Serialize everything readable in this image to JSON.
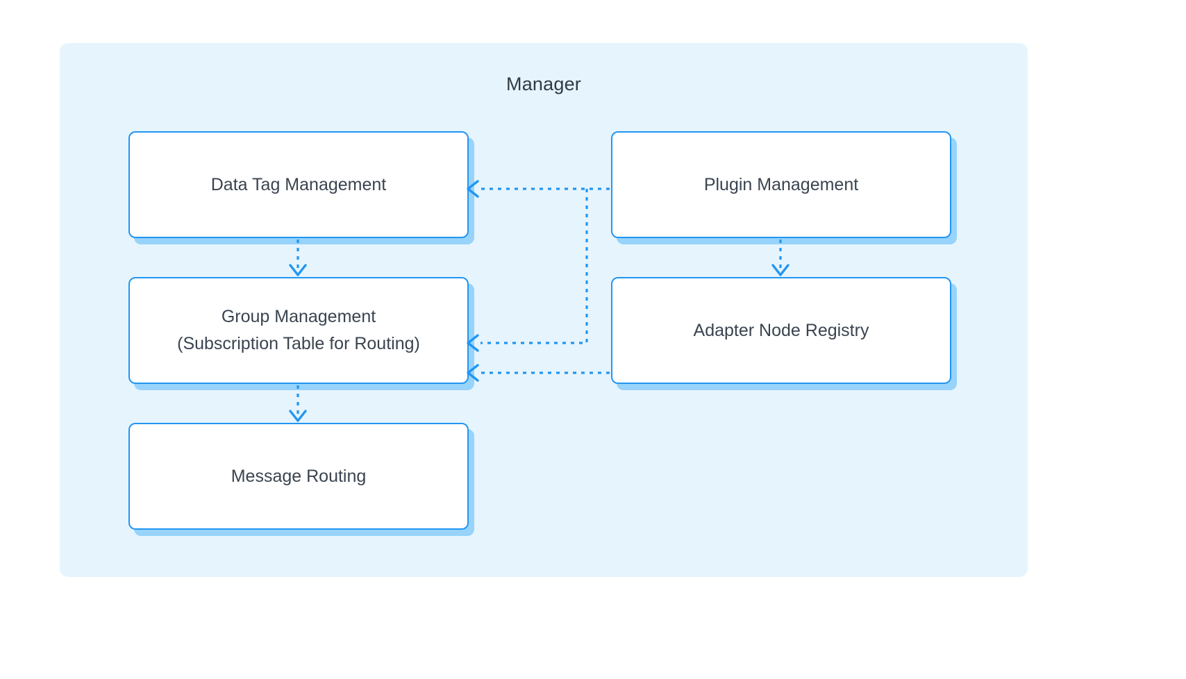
{
  "diagram": {
    "title": "Manager",
    "panel_bg": "#e6f4fd",
    "node_border_color": "#2196f3",
    "node_shadow_color": "#97d3fa",
    "connector_color": "#2196f3",
    "title_color": "#2f3a45",
    "label_color": "#3a4450"
  },
  "nodes": [
    {
      "id": "data-tag-management",
      "label": "Data Tag Management"
    },
    {
      "id": "group-management",
      "label": "Group Management\n(Subscription Table for Routing)"
    },
    {
      "id": "message-routing",
      "label": "Message Routing"
    },
    {
      "id": "plugin-management",
      "label": "Plugin Management"
    },
    {
      "id": "adapter-node-registry",
      "label": "Adapter Node Registry"
    }
  ],
  "connections": [
    {
      "from": "data-tag-management",
      "to": "group-management",
      "style": "dotted",
      "direction": "down"
    },
    {
      "from": "group-management",
      "to": "message-routing",
      "style": "dotted",
      "direction": "down"
    },
    {
      "from": "plugin-management",
      "to": "data-tag-management",
      "style": "dotted",
      "direction": "left"
    },
    {
      "from": "plugin-management",
      "to": "group-management",
      "style": "dotted",
      "direction": "left"
    },
    {
      "from": "plugin-management",
      "to": "adapter-node-registry",
      "style": "dotted",
      "direction": "down"
    },
    {
      "from": "adapter-node-registry",
      "to": "group-management",
      "style": "dotted",
      "direction": "left"
    }
  ]
}
